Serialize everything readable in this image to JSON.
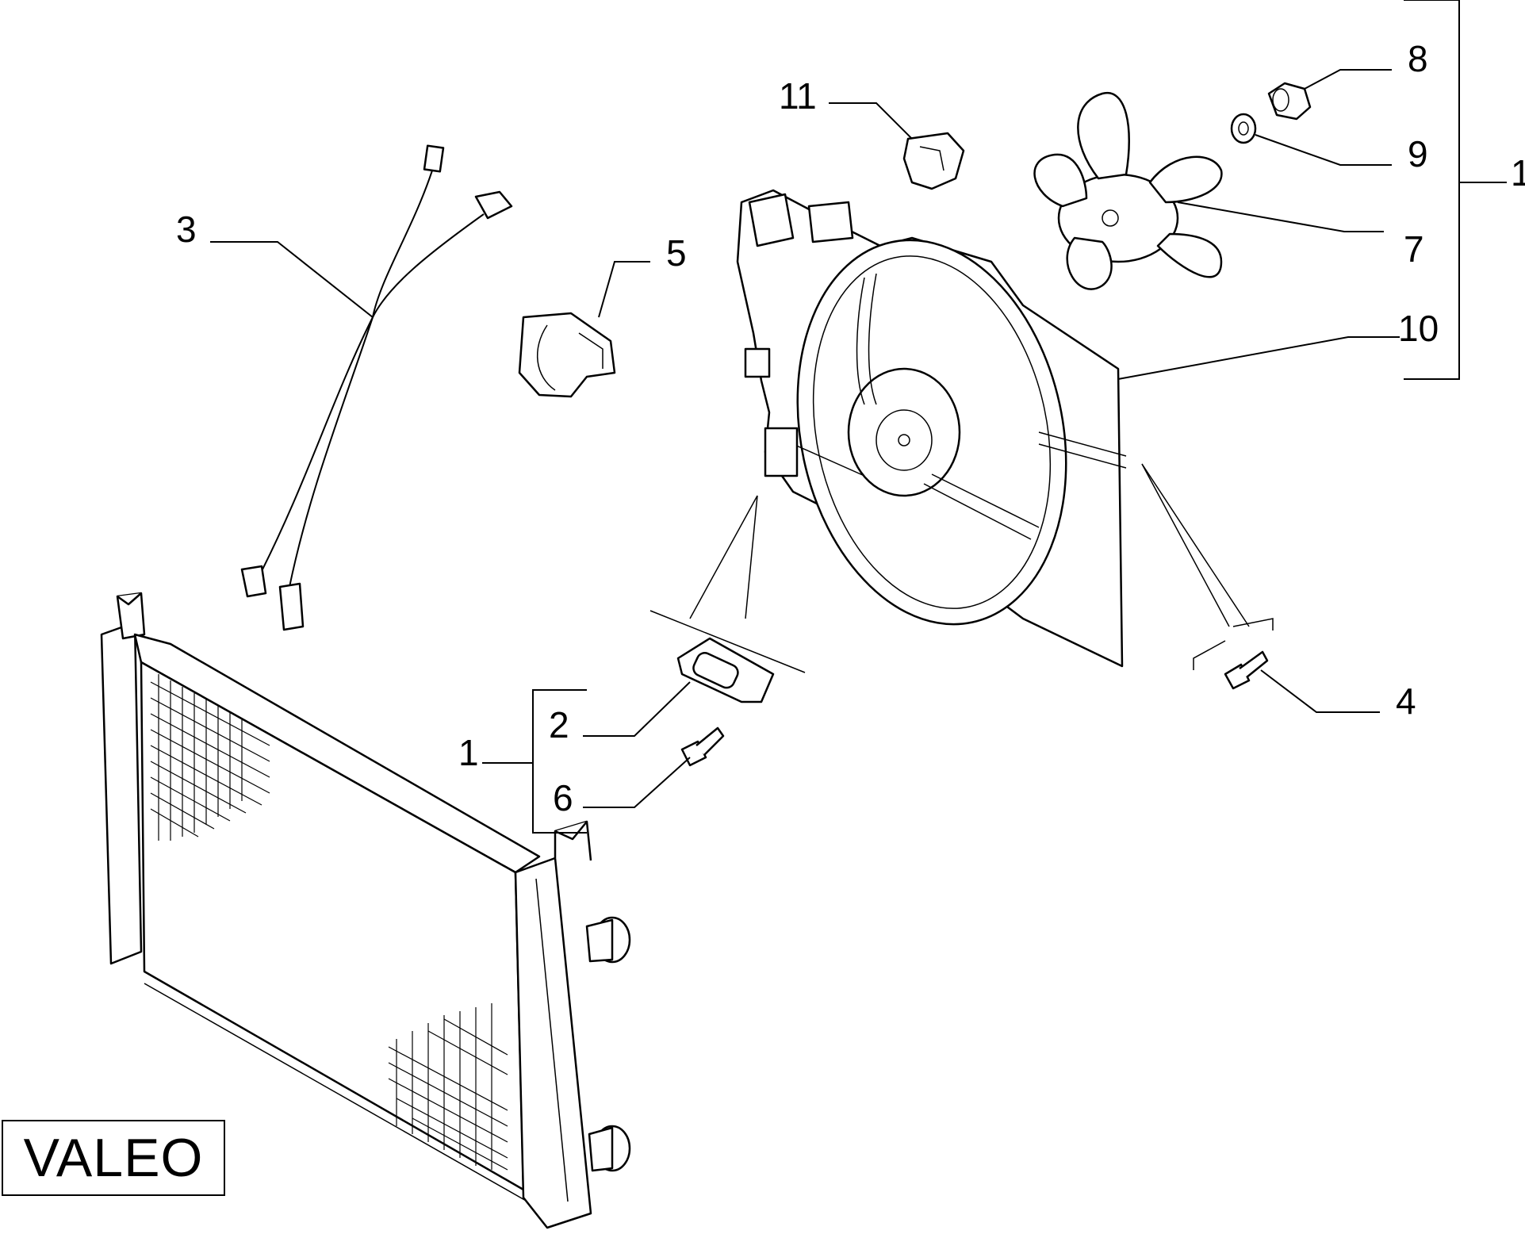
{
  "brand": "VALEO",
  "callouts": [
    {
      "id": "c1a",
      "text": "1"
    },
    {
      "id": "c1b",
      "text": "1"
    },
    {
      "id": "c2",
      "text": "2"
    },
    {
      "id": "c3",
      "text": "3"
    },
    {
      "id": "c4",
      "text": "4"
    },
    {
      "id": "c5",
      "text": "5"
    },
    {
      "id": "c6",
      "text": "6"
    },
    {
      "id": "c7",
      "text": "7"
    },
    {
      "id": "c8",
      "text": "8"
    },
    {
      "id": "c9",
      "text": "9"
    },
    {
      "id": "c10",
      "text": "10"
    },
    {
      "id": "c11",
      "text": "11"
    }
  ]
}
